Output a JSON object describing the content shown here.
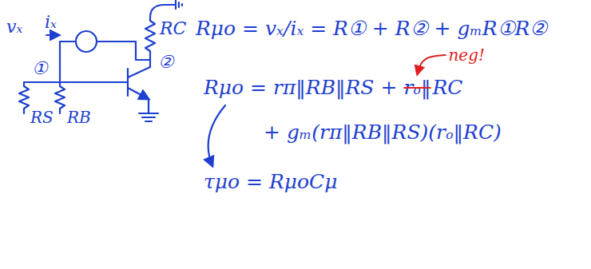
{
  "diagram": {
    "labels": [
      "vₓ",
      "iₓ",
      "RC",
      "①",
      "②",
      "RS",
      "RB",
      "Rμo = vₓ/iₓ = R① + R② + gₘR①R②",
      "Rμo = rπ‖RB‖RS +",
      "rₒ‖",
      "RC",
      "neg!",
      "+ gₘ(rπ‖RB‖RS)(rₒ‖RC)",
      "τμo = RμoCμ"
    ]
  }
}
